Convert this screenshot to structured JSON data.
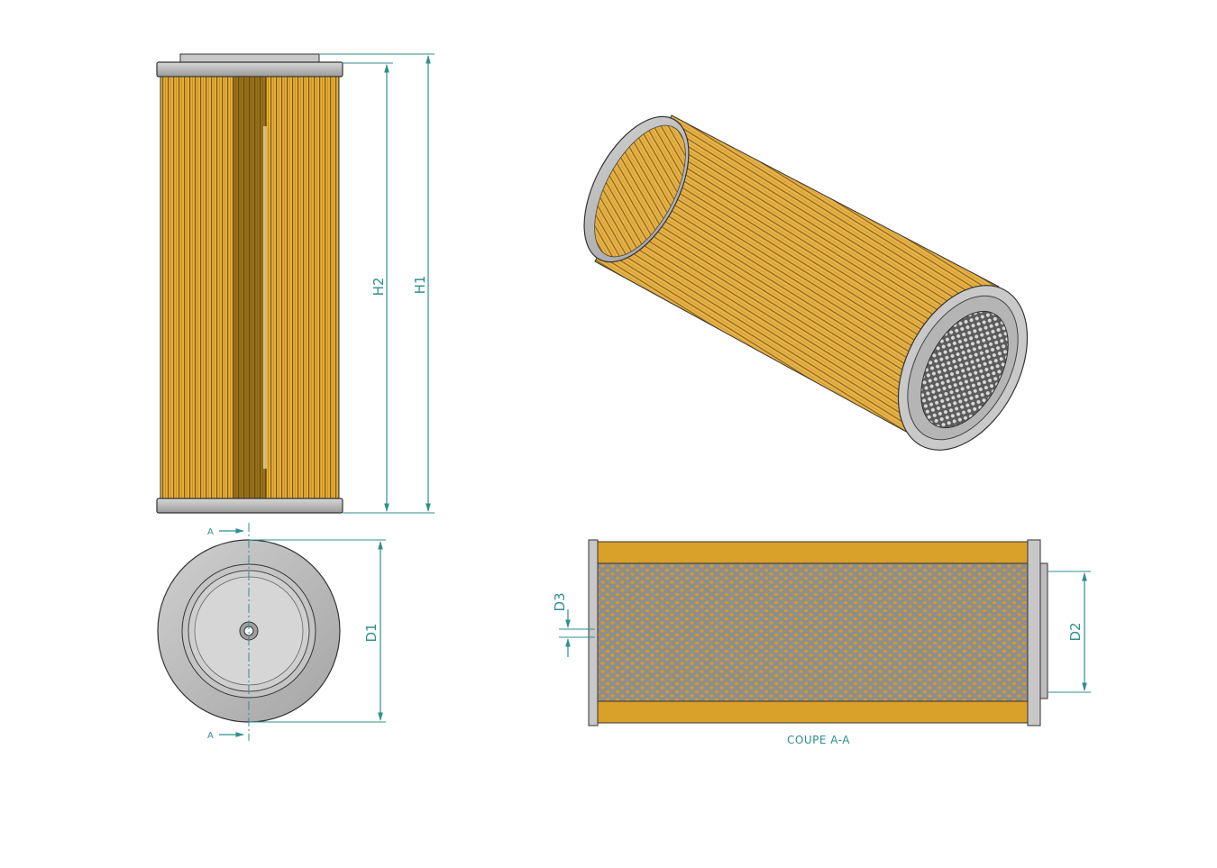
{
  "dimensions": {
    "h1": "H1",
    "h2": "H2",
    "d1": "D1",
    "d2": "D2",
    "d3": "D3"
  },
  "section": {
    "marker_top": "A",
    "marker_bottom": "A",
    "caption": "COUPE A-A"
  },
  "colors": {
    "dimension_line": "#2f8f8f",
    "media": "#e0a52a",
    "end_cap": "#b9b9b9",
    "outline": "#333333"
  }
}
